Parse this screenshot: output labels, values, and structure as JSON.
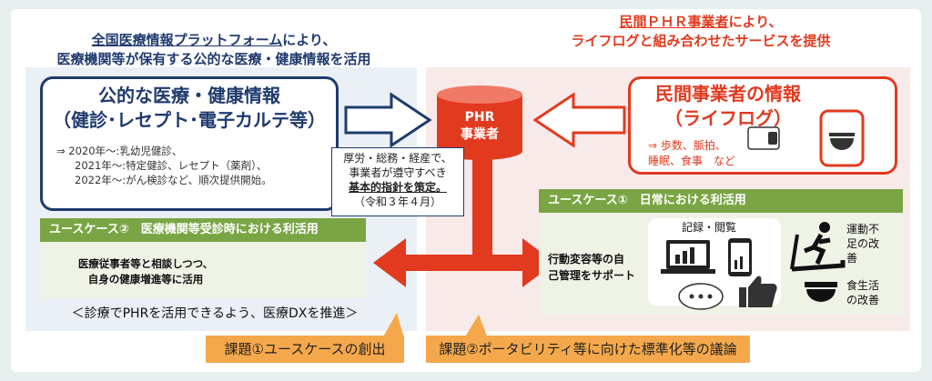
{
  "public_section": {
    "header_line1": "全国医療情報プラットフォーム",
    "header_line1_suffix": "により、",
    "header_line2": "医療機関等が保有する公的な医療・健康情報を活用",
    "box_title_line1": "公的な医療・健康情報",
    "box_title_line2": "（健診･レセプト･電子カルテ等）",
    "timeline": [
      "⇒ 2020年～:乳幼児健診、",
      "2021年～:特定健診、レセプト（薬剤）、",
      "2022年～:がん検診など、順次提供開始。"
    ]
  },
  "private_section": {
    "header_line1": "民間ＰＨＲ事業者",
    "header_line1_suffix": "により、",
    "header_line2": "ライフログと組み合わせたサービスを提供",
    "box_title_line1": "民間事業者の情報",
    "box_title_line2": "（ライフログ）",
    "items_line1": "⇒ 歩数、脈拍、",
    "items_line2": "睡眠、食事　など"
  },
  "center": {
    "phr_line1": "PHR",
    "phr_line2": "事業者",
    "guideline_line1": "厚労・総務・経産で、",
    "guideline_line2": "事業者が遵守すべき",
    "guideline_bold": "基本的指針を策定。",
    "guideline_date": "（令和３年４月）"
  },
  "use_case_2": {
    "title": "ユースケース②　医療機関等受診時における利活用",
    "text_line1": "医療従事者等と相談しつつ、",
    "text_line2": "自身の健康増進等に活用"
  },
  "use_case_1": {
    "title": "ユースケース①　日常における利活用",
    "text_line1": "行動変容等の自",
    "text_line2": "己管理をサポート",
    "record_label": "記録・閲覧",
    "exercise_label_line1": "運動不",
    "exercise_label_line2": "足の改",
    "exercise_label_line3": "善",
    "diet_label_line1": "食生活",
    "diet_label_line2": "の改善"
  },
  "dx_statement": "＜診療でPHRを活用できるよう、医療DXを推進＞",
  "issues": {
    "issue1": "課題①ユースケースの創出",
    "issue2": "課題②ポータビリティ等に向けた標準化等の議論"
  },
  "colors": {
    "navy": "#1f3b6e",
    "red": "#e23a1f",
    "green": "#7aa544",
    "orange": "#f5a84b"
  }
}
